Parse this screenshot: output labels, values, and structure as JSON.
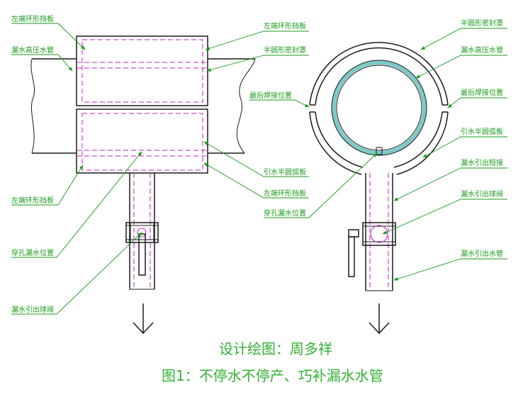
{
  "labels": {
    "left_top_endplate": "左端环形挡板",
    "left_pipe": "漏水高压水管",
    "left_bottom_endplate": "左端环形挡板",
    "left_hole": "穿孔漏水位置",
    "left_valve": "漏水引出球阀",
    "mid_endplate_top": "左端环形挡板",
    "mid_seal_cover": "半圆形密封罩",
    "mid_weld": "最后焊接位置",
    "mid_arc_plate": "引水半圆弧板",
    "mid_endplate_bottom": "左端环形挡板",
    "mid_hole": "穿孔漏水位置",
    "right_seal_cover": "半圆形密封罩",
    "right_pipe": "漏水高压水管",
    "right_weld": "最后焊接位置",
    "right_arc_plate": "引水半圆弧板",
    "right_outlet_pipe_conn": "漏水引出短接",
    "right_valve": "漏水引出球阀",
    "right_outlet_pipe": "漏水引出水管"
  },
  "caption": {
    "designer": "设计绘图：周多祥",
    "title": "图1：不停水不停产、巧补漏水水管"
  },
  "colors": {
    "drawing_line": "#1a1a1a",
    "hidden_line": "#c020c0",
    "leader": "#1a9a1a",
    "caption": "#33b033",
    "pipe_wall": "#7fc8c8"
  }
}
